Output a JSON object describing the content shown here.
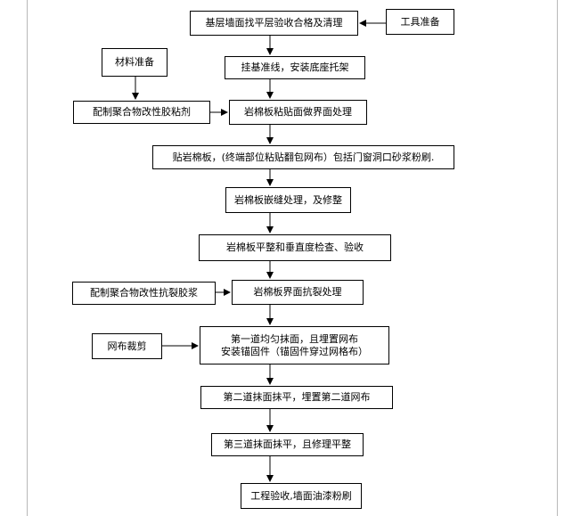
{
  "nodes": {
    "n1": {
      "text": "基层墙面找平层验收合格及清理"
    },
    "n2": {
      "text": "挂基准线，安装底座托架"
    },
    "n3": {
      "text": "岩棉板粘贴面做界面处理"
    },
    "n4": {
      "text": "贴岩棉板，(终端部位粘贴翻包网布）包括门窗洞口砂浆粉刷."
    },
    "n5": {
      "text": "岩棉板嵌缝处理，及修整"
    },
    "n6": {
      "text": "岩棉板平整和垂直度检查、验收"
    },
    "n7": {
      "text": "岩棉板界面抗裂处理"
    },
    "n8": {
      "line1": "第一道均匀抹面，且埋置网布",
      "line2": "安装锚固件（锚固件穿过网格布）"
    },
    "n9": {
      "text": "第二道抹面抹平，埋置第二道网布"
    },
    "n10": {
      "text": "第三道抹面抹平，且修理平整"
    },
    "n11": {
      "text": "工程验收,墙面油漆粉刷"
    },
    "s1": {
      "text": "工具准备"
    },
    "s2": {
      "text": "材料准备"
    },
    "s3": {
      "text": "配制聚合物改性胶粘剂"
    },
    "s4": {
      "text": "配制聚合物改性抗裂胶浆"
    },
    "s5": {
      "text": "网布裁剪"
    }
  },
  "colors": {
    "line": "#000000",
    "frame": "#b8b8b8"
  }
}
